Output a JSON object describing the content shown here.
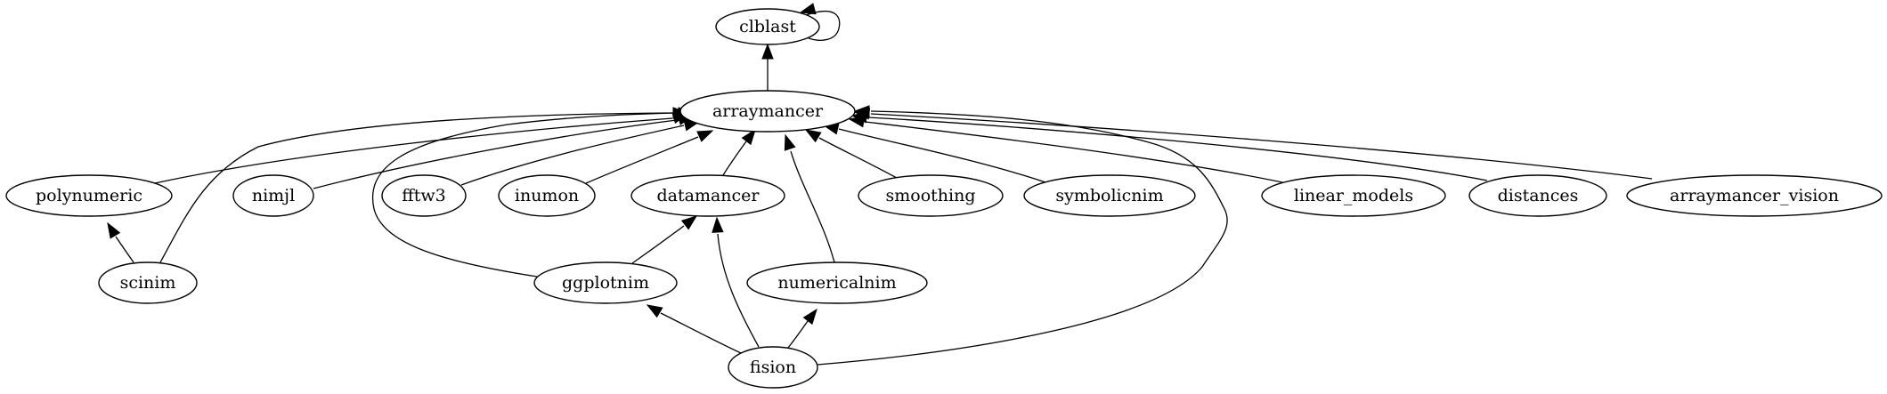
{
  "graph": {
    "nodes": [
      {
        "id": "clblast",
        "label": "clblast"
      },
      {
        "id": "arraymancer",
        "label": "arraymancer"
      },
      {
        "id": "polynumeric",
        "label": "polynumeric"
      },
      {
        "id": "nimjl",
        "label": "nimjl"
      },
      {
        "id": "fftw3",
        "label": "fftw3"
      },
      {
        "id": "inumon",
        "label": "inumon"
      },
      {
        "id": "datamancer",
        "label": "datamancer"
      },
      {
        "id": "smoothing",
        "label": "smoothing"
      },
      {
        "id": "symbolicnim",
        "label": "symbolicnim"
      },
      {
        "id": "linear_models",
        "label": "linear_models"
      },
      {
        "id": "distances",
        "label": "distances"
      },
      {
        "id": "arraymancer_vision",
        "label": "arraymancer_vision"
      },
      {
        "id": "scinim",
        "label": "scinim"
      },
      {
        "id": "ggplotnim",
        "label": "ggplotnim"
      },
      {
        "id": "numericalnim",
        "label": "numericalnim"
      },
      {
        "id": "fision",
        "label": "fision"
      }
    ],
    "edges": [
      {
        "from": "clblast",
        "to": "clblast"
      },
      {
        "from": "arraymancer",
        "to": "clblast"
      },
      {
        "from": "polynumeric",
        "to": "arraymancer"
      },
      {
        "from": "nimjl",
        "to": "arraymancer"
      },
      {
        "from": "fftw3",
        "to": "arraymancer"
      },
      {
        "from": "inumon",
        "to": "arraymancer"
      },
      {
        "from": "datamancer",
        "to": "arraymancer"
      },
      {
        "from": "smoothing",
        "to": "arraymancer"
      },
      {
        "from": "symbolicnim",
        "to": "arraymancer"
      },
      {
        "from": "linear_models",
        "to": "arraymancer"
      },
      {
        "from": "distances",
        "to": "arraymancer"
      },
      {
        "from": "arraymancer_vision",
        "to": "arraymancer"
      },
      {
        "from": "scinim",
        "to": "polynumeric"
      },
      {
        "from": "scinim",
        "to": "arraymancer"
      },
      {
        "from": "ggplotnim",
        "to": "datamancer"
      },
      {
        "from": "ggplotnim",
        "to": "arraymancer"
      },
      {
        "from": "numericalnim",
        "to": "arraymancer"
      },
      {
        "from": "fision",
        "to": "ggplotnim"
      },
      {
        "from": "fision",
        "to": "numericalnim"
      },
      {
        "from": "fision",
        "to": "datamancer"
      },
      {
        "from": "fision",
        "to": "arraymancer"
      }
    ]
  }
}
